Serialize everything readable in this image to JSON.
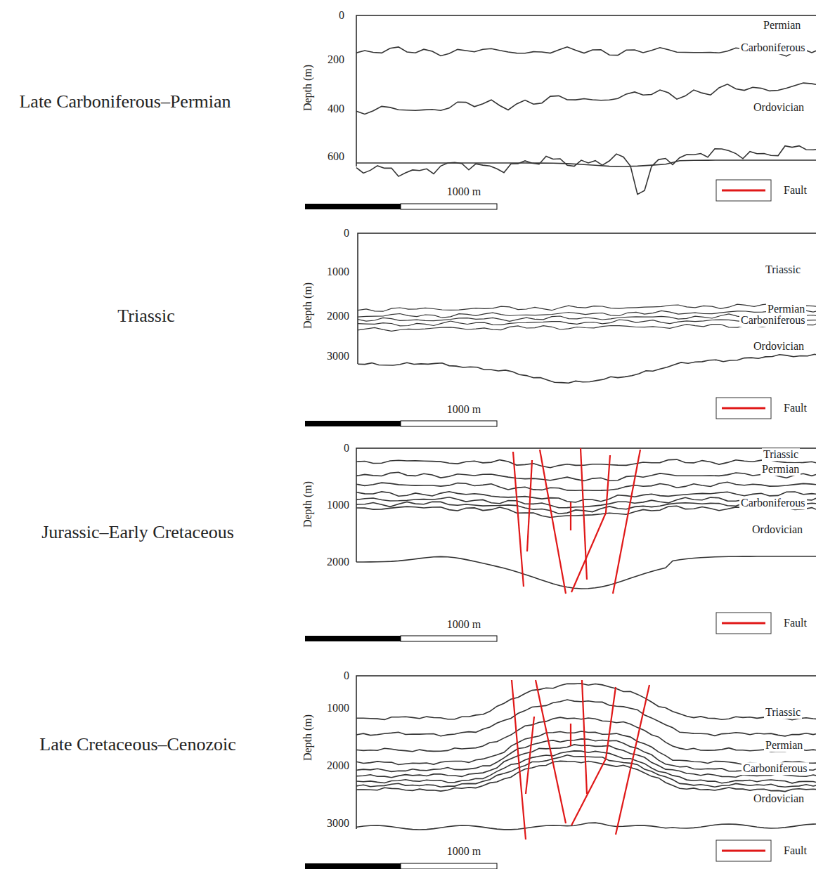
{
  "diagram": {
    "labels": [
      "Late Carboniferous–Permian",
      "Depth (m)",
      "0",
      "200",
      "400",
      "600",
      "Permian",
      "Carboniferous",
      "Ordovician",
      "1000 m",
      "Triassic",
      "Depth (m)",
      "0",
      "1000",
      "2000",
      "3000",
      "Triassic",
      "Permian",
      "Carboniferous",
      "Ordovician",
      "1000 m",
      "Jurassic–Early Cretaceous",
      "Depth (m)",
      "0",
      "1000",
      "2000",
      "Triassic",
      "Permian",
      "Carboniferous",
      "Ordovician",
      "1000 m",
      "Late Cretaceous–Cenozoic",
      "Depth (m)",
      "0",
      "1000",
      "2000",
      "3000",
      "Triassic",
      "Permian",
      "Carboniferous",
      "Ordovician",
      "1000 m"
    ],
    "legend": [
      {
        "text": "Fault"
      },
      {
        "text": "Fault"
      },
      {
        "text": "Fault"
      },
      {
        "text": "Fault"
      }
    ]
  }
}
